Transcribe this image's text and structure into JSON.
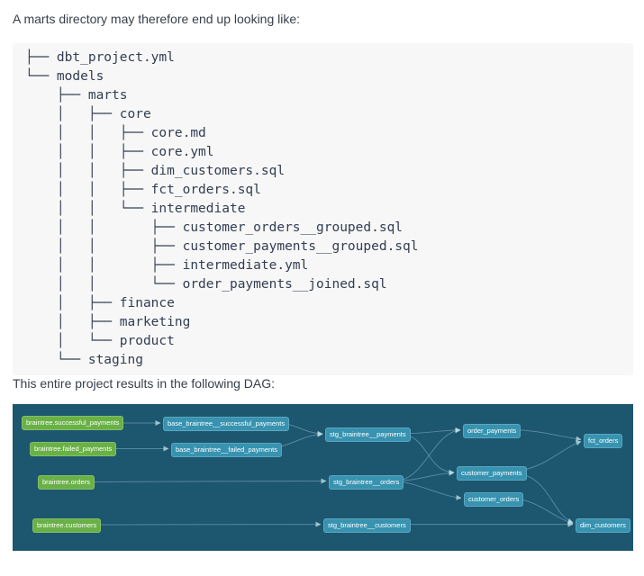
{
  "page": {
    "intro_text": "A marts directory may therefore end up looking like:",
    "dag_caption": "This entire project results in the following DAG:"
  },
  "directory_tree": {
    "lines": [
      "├── dbt_project.yml",
      "└── models",
      "    ├── marts",
      "    │   ├── core",
      "    │   │   ├── core.md",
      "    │   │   ├── core.yml",
      "    │   │   ├── dim_customers.sql",
      "    │   │   ├── fct_orders.sql",
      "    │   │   └── intermediate",
      "    │   │       ├── customer_orders__grouped.sql",
      "    │   │       ├── customer_payments__grouped.sql",
      "    │   │       ├── intermediate.yml",
      "    │   │       └── order_payments__joined.sql",
      "    │   ├── finance",
      "    │   ├── marketing",
      "    │   └── product",
      "    └── staging"
    ]
  },
  "dag": {
    "colors": {
      "background": "#1d566f",
      "source_node": "#69b146",
      "model_node": "#3793b0",
      "edge": "#a9d4e1"
    },
    "nodes": [
      {
        "label": "braintree.successful_payments",
        "type": "source"
      },
      {
        "label": "braintree.failed_payments",
        "type": "source"
      },
      {
        "label": "braintree.orders",
        "type": "source"
      },
      {
        "label": "braintree.customers",
        "type": "source"
      },
      {
        "label": "base_braintree__successful_payments",
        "type": "model"
      },
      {
        "label": "base_braintree__failed_payments",
        "type": "model"
      },
      {
        "label": "stg_braintree__payments",
        "type": "model"
      },
      {
        "label": "stg_braintree__orders",
        "type": "model"
      },
      {
        "label": "stg_braintree__customers",
        "type": "model"
      },
      {
        "label": "order_payments",
        "type": "model"
      },
      {
        "label": "customer_payments",
        "type": "model"
      },
      {
        "label": "customer_orders",
        "type": "model"
      },
      {
        "label": "fct_orders",
        "type": "model"
      },
      {
        "label": "dim_customers",
        "type": "model"
      }
    ],
    "edges": [
      [
        "braintree.successful_payments",
        "base_braintree__successful_payments"
      ],
      [
        "braintree.failed_payments",
        "base_braintree__failed_payments"
      ],
      [
        "base_braintree__successful_payments",
        "stg_braintree__payments"
      ],
      [
        "base_braintree__failed_payments",
        "stg_braintree__payments"
      ],
      [
        "stg_braintree__payments",
        "order_payments"
      ],
      [
        "stg_braintree__payments",
        "customer_payments"
      ],
      [
        "braintree.orders",
        "stg_braintree__orders"
      ],
      [
        "stg_braintree__orders",
        "order_payments"
      ],
      [
        "stg_braintree__orders",
        "customer_payments"
      ],
      [
        "stg_braintree__orders",
        "customer_orders"
      ],
      [
        "braintree.customers",
        "stg_braintree__customers"
      ],
      [
        "stg_braintree__customers",
        "dim_customers"
      ],
      [
        "order_payments",
        "fct_orders"
      ],
      [
        "customer_payments",
        "fct_orders"
      ],
      [
        "customer_payments",
        "dim_customers"
      ],
      [
        "customer_orders",
        "dim_customers"
      ]
    ]
  }
}
